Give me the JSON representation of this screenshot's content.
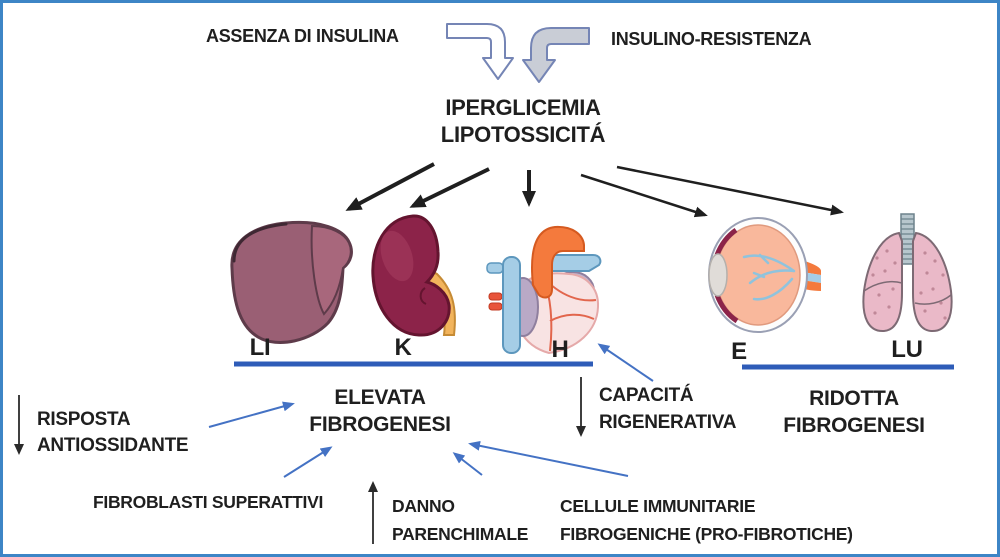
{
  "diagram": {
    "top": {
      "left_label": "ASSENZA DI INSULINA",
      "right_label": "INSULINO-RESISTENZA"
    },
    "center_title": {
      "line1": "IPERGLICEMIA",
      "line2": "LIPOTOSSICITÁ"
    },
    "organs": [
      {
        "id": "liver",
        "label": "LI"
      },
      {
        "id": "kidney",
        "label": "K"
      },
      {
        "id": "heart",
        "label": "H"
      },
      {
        "id": "eye",
        "label": "E"
      },
      {
        "id": "lungs",
        "label": "LU"
      }
    ],
    "outcomes": {
      "elevated": {
        "line1": "ELEVATA",
        "line2": "FIBROGENESI"
      },
      "reduced": {
        "line1": "RIDOTTA",
        "line2": "FIBROGENESI"
      },
      "regenerative": {
        "line1": "CAPACITÁ",
        "line2": "RIGENERATIVA"
      },
      "antioxidant": {
        "line1": "RISPOSTA",
        "line2": "ANTIOSSIDANTE"
      }
    },
    "factors": {
      "fibroblasts": "FIBROBLASTI SUPERATTIVI",
      "damage_line1": "DANNO",
      "damage_line2": "PARENCHIMALE",
      "immune_line1": "CELLULE IMMUNITARIE",
      "immune_line2": "FIBROGENICHE (PRO-FIBROTICHE)"
    },
    "colors": {
      "frame_border": "#3d85c6",
      "underline_blue": "#2e5cb8",
      "blue_arrow": "#4472c4",
      "black_text": "#1f1f1f",
      "block_arrow_outline": "#7585b5",
      "block_arrow_gray_fill": "#c9cdd6",
      "liver": "#9a5f74",
      "kidney": "#8c2349",
      "ureter": "#f2b45c",
      "heart_body": "#f8e3e3",
      "vessel_blue": "#a5cde6",
      "aorta_orange": "#f47a3d",
      "eye_interior": "#f9b89c",
      "lungs_pink": "#eab9c8"
    }
  }
}
